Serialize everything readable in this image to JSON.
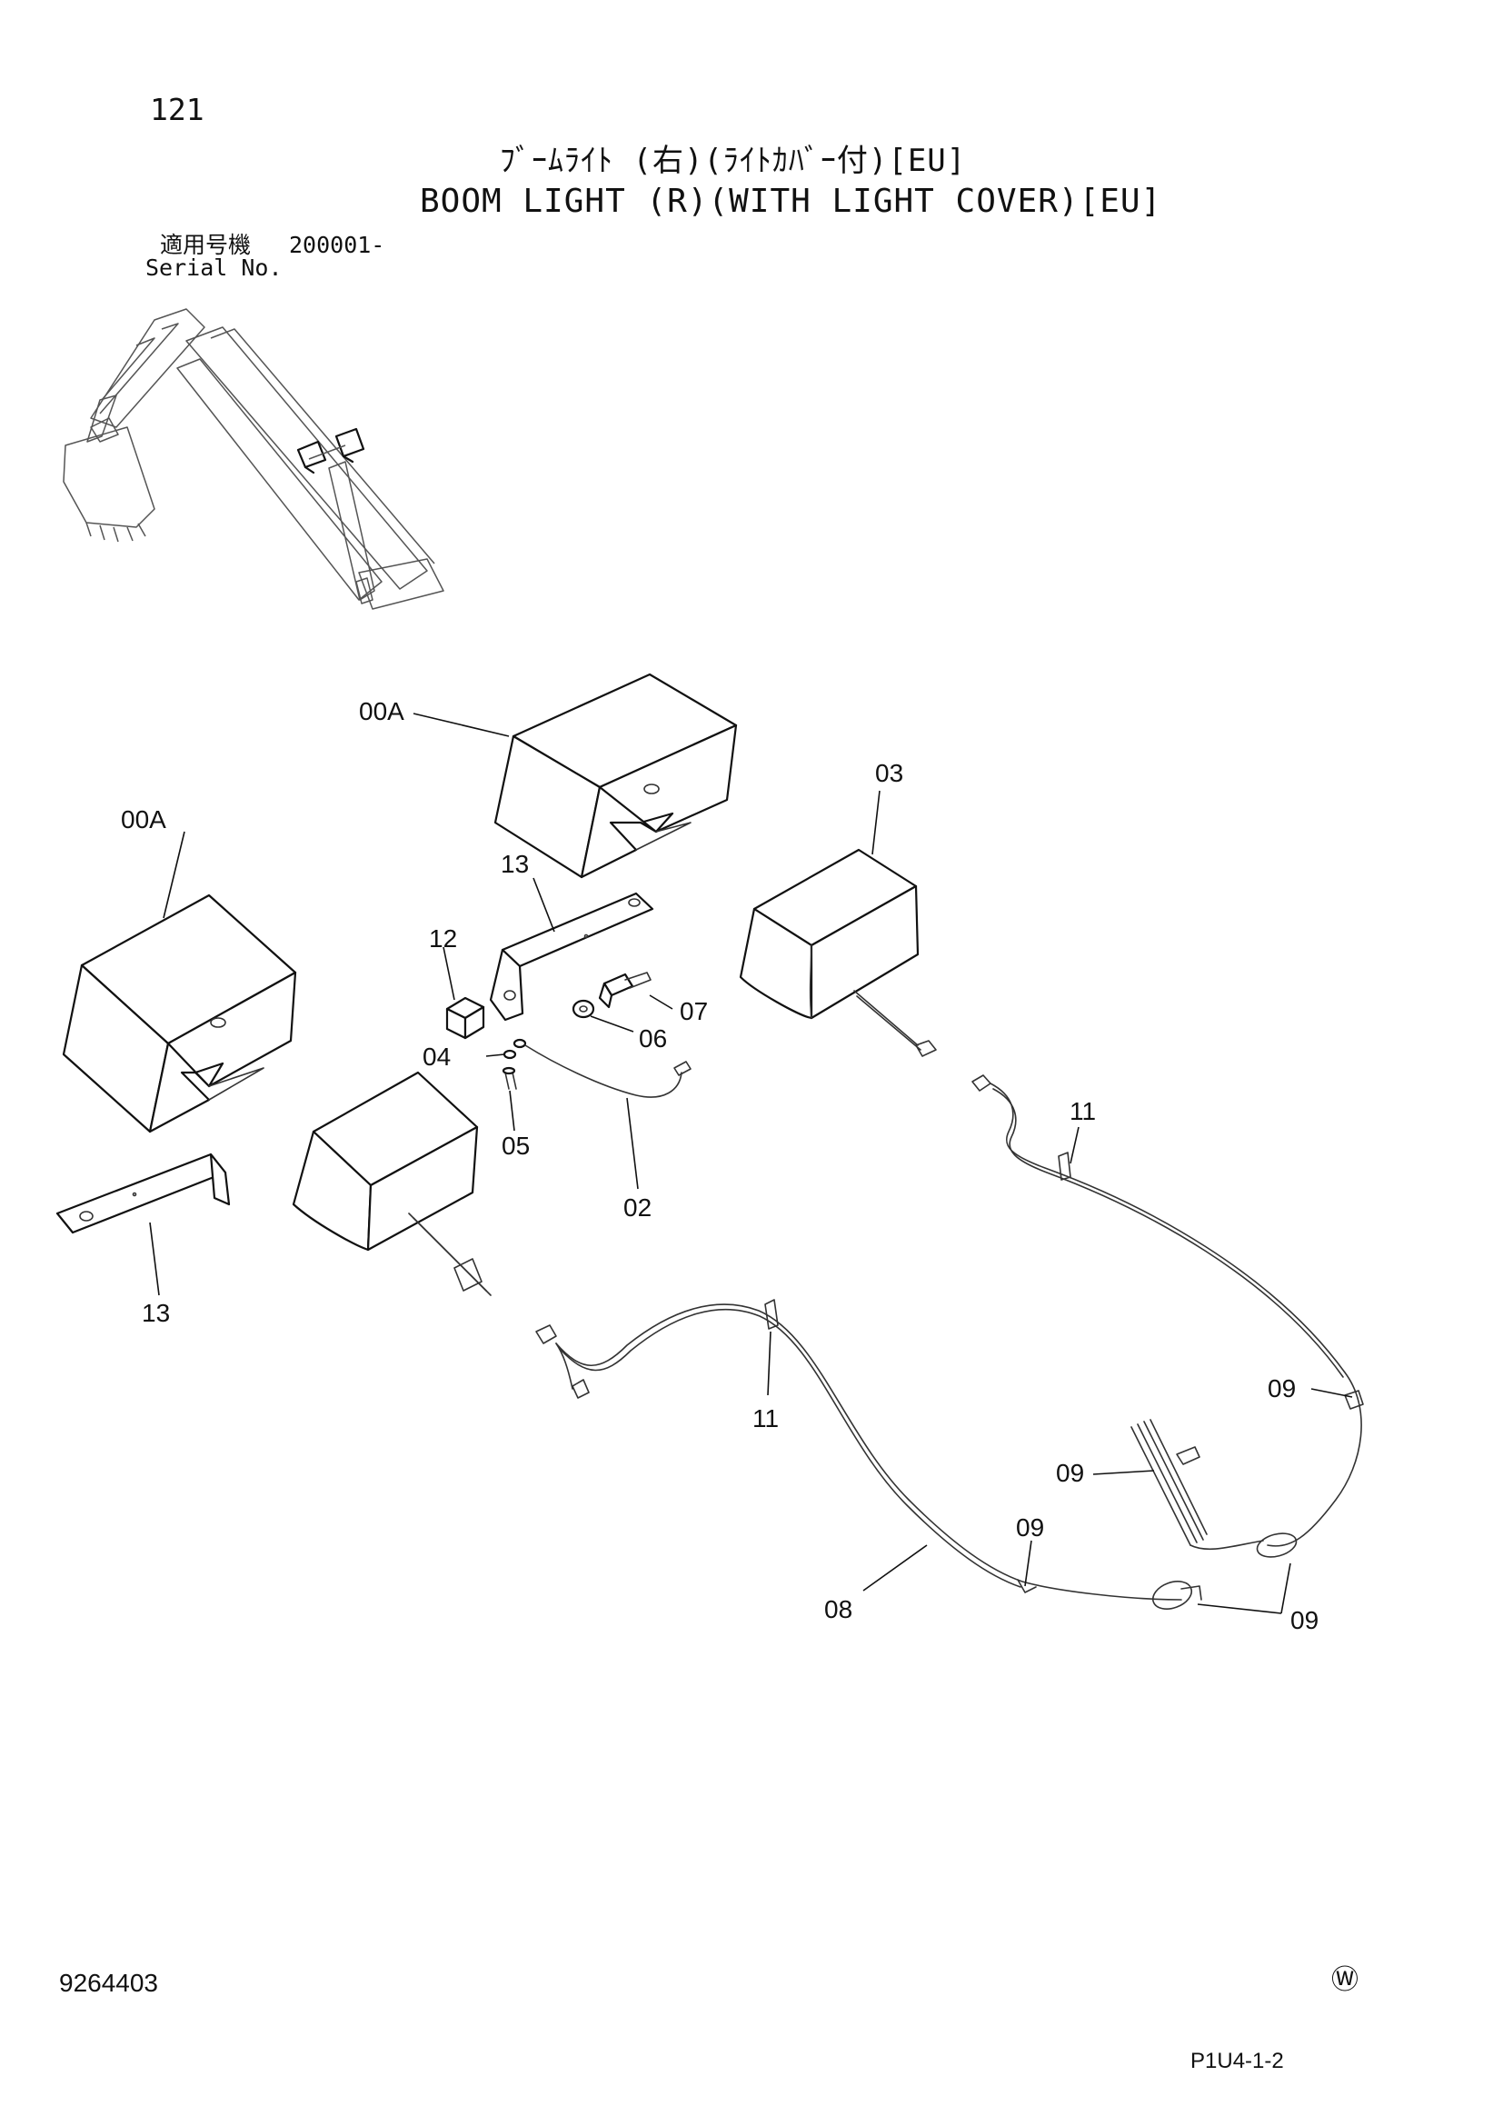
{
  "header": {
    "page_number": "121",
    "title_jp": "ﾌﾞｰﾑﾗｲﾄ (右)(ﾗｲﾄｶﾊﾞｰ付)[EU]",
    "title_en": "BOOM LIGHT (R)(WITH LIGHT COVER)[EU]",
    "serial_label_jp": "適用号機",
    "serial_value": "200001-",
    "serial_label_en": "Serial No."
  },
  "callouts": {
    "cover_top": "00A",
    "cover_left": "00A",
    "lamp_right": "03",
    "bracket_top": "13",
    "bracket_left": "13",
    "block": "12",
    "bolt": "07",
    "washer": "06",
    "nut": "04",
    "screw": "05",
    "lamp_harness": "02",
    "clip_right": "11",
    "clip_left": "11",
    "band_right": "09",
    "band_bundle": "09",
    "band_lower": "09",
    "band_group": "09",
    "main_harness": "08"
  },
  "footer": {
    "doc_number": "9264403",
    "mark": "Ⓦ",
    "page_code": "P1U4-1-2"
  }
}
